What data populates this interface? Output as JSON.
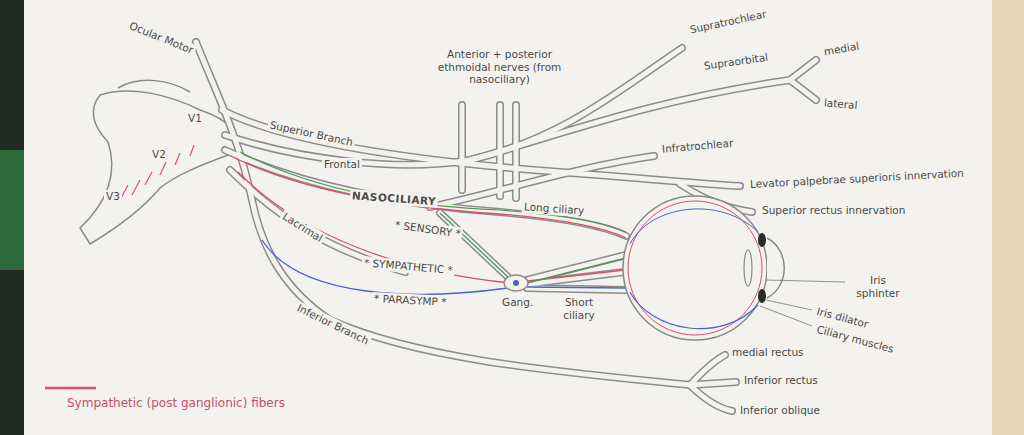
{
  "diagram": {
    "labels": [
      "Ocular Motor",
      "Anterior + posterior ethmoidal nerves (from nasociliary)",
      "Supratrochlear",
      "Supraorbital",
      "medial",
      "lateral",
      "Superior Branch",
      "V1",
      "V2",
      "V3",
      "Frontal",
      "Infratrochlear",
      "Levator palpebrae superioris innervation",
      "Superior rectus innervation",
      "NASOCILIARY",
      "Lacrimal",
      "Long ciliary",
      "* SENSORY *",
      "* SYMPATHETIC *",
      "* PARASYMP *",
      "Gang.",
      "Short ciliary",
      "Inferior Branch",
      "Iris sphinter",
      "Iris dilator",
      "Ciliary muscles",
      "medial rectus",
      "Inferior rectus",
      "Inferior oblique"
    ],
    "legend": [
      {
        "text": "Sympathetic (post ganglionic) fibers"
      }
    ]
  }
}
